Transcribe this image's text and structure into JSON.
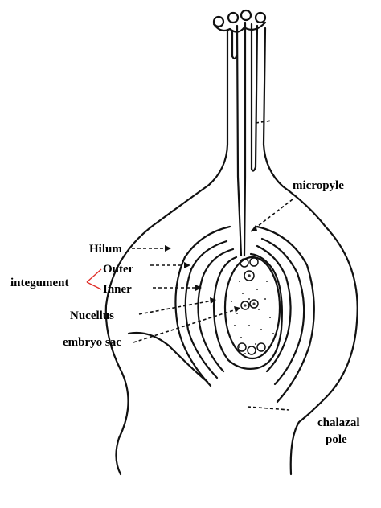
{
  "labels": {
    "micropyle": "micropyle",
    "hilum": "Hilum",
    "integument": "integument",
    "outer": "Outer",
    "inner": "Inner",
    "nucellus": "Nucellus",
    "embryo_sac": "embryo sac",
    "chalazal": "chalazal",
    "pole": "pole"
  }
}
